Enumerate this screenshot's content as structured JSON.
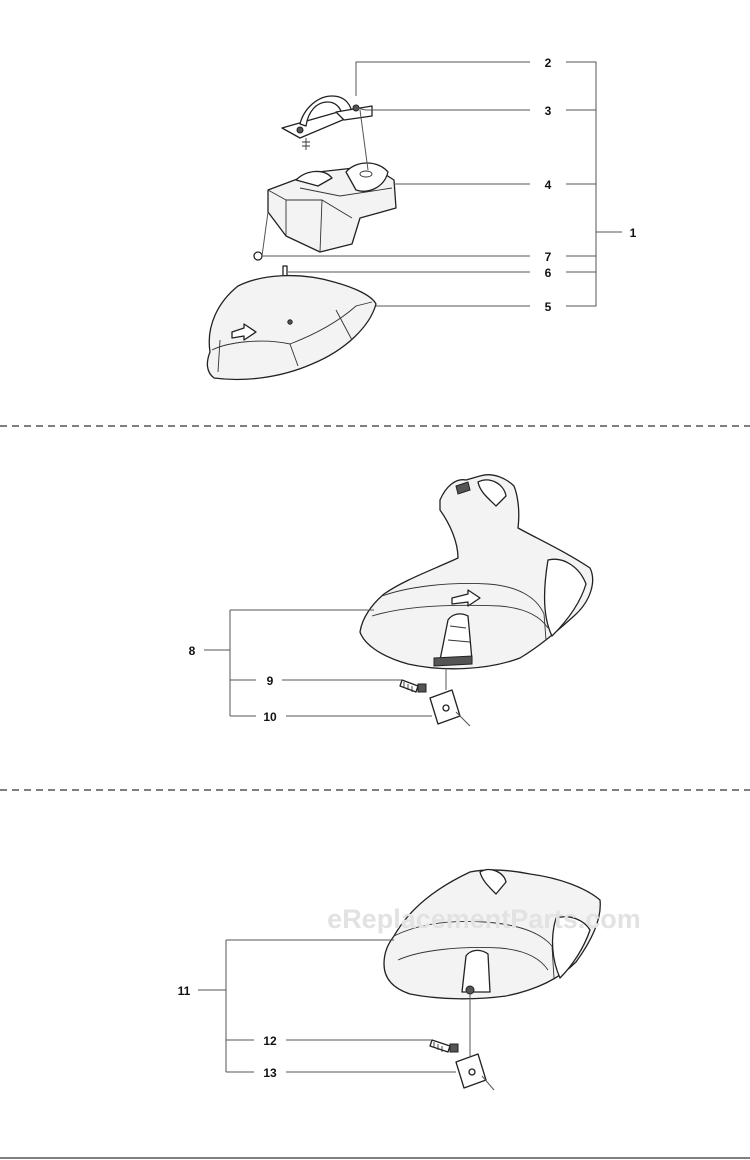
{
  "watermark": "eReplacementParts.com",
  "sections": [
    {
      "name": "guard-assembly-1",
      "callouts": [
        {
          "id": "label-1",
          "text": "1"
        },
        {
          "id": "label-2",
          "text": "2"
        },
        {
          "id": "label-3",
          "text": "3"
        },
        {
          "id": "label-4",
          "text": "4"
        },
        {
          "id": "label-5",
          "text": "5"
        },
        {
          "id": "label-6",
          "text": "6"
        },
        {
          "id": "label-7",
          "text": "7"
        }
      ]
    },
    {
      "name": "guard-assembly-8",
      "callouts": [
        {
          "id": "label-8",
          "text": "8"
        },
        {
          "id": "label-9",
          "text": "9"
        },
        {
          "id": "label-10",
          "text": "10"
        }
      ]
    },
    {
      "name": "guard-assembly-11",
      "callouts": [
        {
          "id": "label-11",
          "text": "11"
        },
        {
          "id": "label-12",
          "text": "12"
        },
        {
          "id": "label-13",
          "text": "13"
        }
      ]
    }
  ]
}
